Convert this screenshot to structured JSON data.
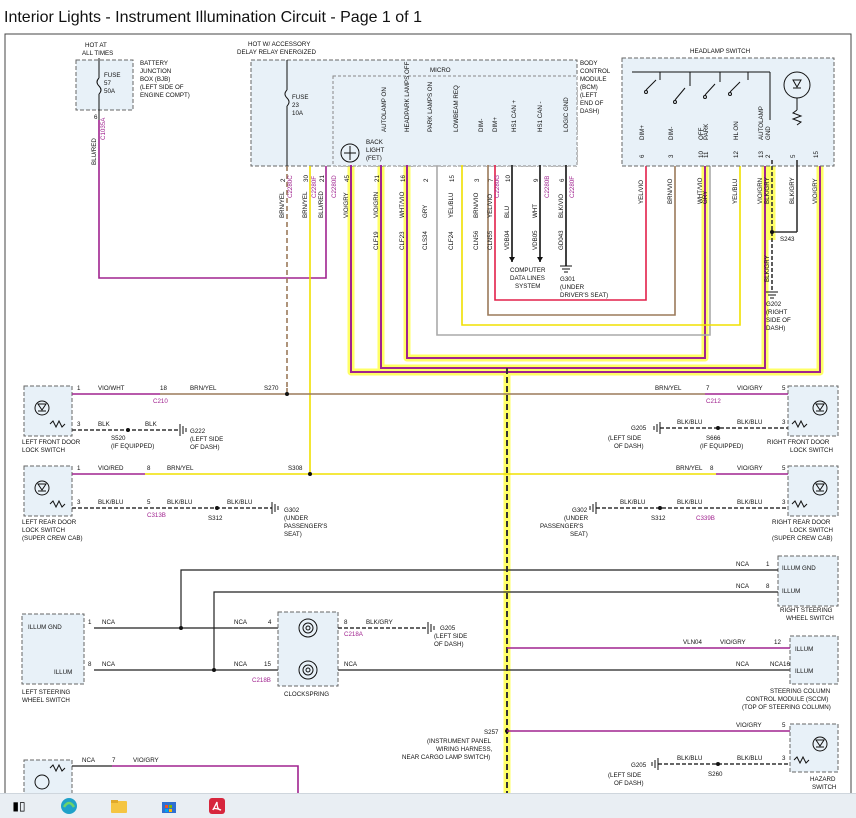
{
  "window_title": "Interior Lights - Instrument Illumination Circuit - Page 1 of 1",
  "taskbar": {
    "task_view_glyph": "▮▯",
    "icons": [
      "task-view-icon",
      "edge-browser-icon",
      "file-explorer-icon",
      "microsoft-store-icon",
      "acrobat-pdf-icon"
    ]
  },
  "colors": {
    "purple": "#a0238f",
    "brown": "#9b7a5a",
    "yellow": "#f0e000",
    "highlight": "#ffff66",
    "red": "#e2204a",
    "black": "#222222",
    "box_fill": "#e8f1f8"
  },
  "diagram": {
    "bjb": {
      "hot_label": [
        "HOT AT",
        "ALL TIMES"
      ],
      "fuse": [
        "FUSE",
        "57",
        "50A"
      ],
      "desc": [
        "BATTERY",
        "JUNCTION",
        "BOX (BJB)",
        "(LEFT SIDE OF",
        "ENGINE COMPT)"
      ],
      "pin": "6",
      "conn": "C1035A",
      "wire": "BLU/RED"
    },
    "bcm": {
      "hot_label": [
        "HOT W/ ACCESSORY",
        "DELAY RELAY ENERGIZED"
      ],
      "micro": "MICRO",
      "fuse": [
        "FUSE",
        "23",
        "10A"
      ],
      "backlight": [
        "BACK",
        "LIGHT",
        "(FET)"
      ],
      "desc": [
        "BODY",
        "CONTROL",
        "MODULE",
        "(BCM)",
        "(LEFT",
        "END OF",
        "DASH)"
      ],
      "inputs": [
        "AUTOLAMP ON",
        "HEADPARK LAMPS OFF",
        "PARK LAMPS ON",
        "LOWBEAM REQ",
        "DIM-",
        "DIM+",
        "HS1 CAN +",
        "HS1 CAN -",
        "LOGIC GND"
      ],
      "pins": [
        "2",
        "30",
        "21",
        "45",
        "21",
        "16",
        "2",
        "15",
        "3",
        "7",
        "10",
        "9",
        "6"
      ],
      "conns": [
        "C2280C",
        "C2280F",
        "C2280D",
        "C2280G",
        "C2280B",
        "C2280F"
      ],
      "wires": [
        "BRN/YEL",
        "BRN/YEL",
        "BLU/RED",
        "VIO/GRY",
        "VIO/GRN",
        "WHT/VIO",
        "GRY",
        "YEL/BLU",
        "BRN/VIO",
        "YEL/VIO",
        "BLU",
        "WHT",
        "BLK/VIO"
      ],
      "circuits": [
        "CLF19",
        "CLF23",
        "CLS34",
        "CLF24",
        "CLN56",
        "CLN55",
        "VDB04",
        "VDB05",
        "GD043"
      ]
    },
    "headlamp_switch": {
      "title": "HEADLAMP SWITCH",
      "inputs": [
        "DIM+",
        "DIM-",
        "OFF",
        "PARK",
        "HL ON",
        "AUTOLAMP",
        "GND"
      ],
      "pins": [
        "6",
        "3",
        "10",
        "11",
        "12",
        "13",
        "2",
        "5",
        "15"
      ],
      "wires": [
        "YEL/VIO",
        "BRN/VIO",
        "WHT/VIO",
        "GRY",
        "YEL/BLU",
        "VIO/GRN",
        "BLK/GRY",
        "BLK/GRY",
        "VIO/GRY"
      ],
      "splice": "S243",
      "ground": "G202",
      "ground_desc": [
        "(RIGHT",
        "SIDE OF",
        "DASH)"
      ],
      "gnd_wire": "BLK/GRY"
    },
    "data_lines": [
      "COMPUTER",
      "DATA LINES",
      "SYSTEM"
    ],
    "g301": [
      "G301",
      "(UNDER",
      "DRIVER'S SEAT)"
    ],
    "lf_door": {
      "name": [
        "LEFT FRONT DOOR",
        "LOCK SWITCH"
      ],
      "pin1": "1",
      "wire1": "VIO/WHT",
      "pin2": "18",
      "conn": "C210",
      "wire2": "BRN/YEL",
      "splice": "S270",
      "pin3": "3",
      "gnd_wire": "BLK",
      "gnd_wire2": "BLK",
      "splice_gnd": [
        "S520",
        "(IF EQUIPPED)"
      ],
      "ground": [
        "G222",
        "(LEFT SIDE",
        "OF DASH)"
      ]
    },
    "rf_door": {
      "name": [
        "RIGHT FRONT DOOR",
        "LOCK SWITCH"
      ],
      "wire_in": "BRN/YEL",
      "pin": "7",
      "conn": "C212",
      "wire": "VIO/GRY",
      "pin_sw": "5",
      "gnd_wire": "BLK/BLU",
      "gnd_wire2": "BLK/BLU",
      "pin_gnd": "3",
      "ground": [
        "G205",
        "(LEFT SIDE",
        "OF DASH)"
      ],
      "splice_gnd": [
        "S666",
        "(IF EQUIPPED)"
      ]
    },
    "lr_door": {
      "name": [
        "LEFT REAR DOOR",
        "LOCK SWITCH",
        "(SUPER CREW CAB)"
      ],
      "pin1": "1",
      "wire1": "VIO/RED",
      "pin2": "8",
      "wire2": "BRN/YEL",
      "splice": "S308",
      "pin3": "3",
      "gnd_wire": "BLK/BLU",
      "pin4": "5",
      "conn": "C313B",
      "gnd_wire2": "BLK/BLU",
      "splice_gnd": "S312",
      "ground": [
        "G302",
        "(UNDER",
        "PASSENGER'S",
        "SEAT)"
      ]
    },
    "rr_door": {
      "name": [
        "RIGHT REAR DOOR",
        "LOCK SWITCH",
        "(SUPER CREW CAB)"
      ],
      "wire_in": "BRN/YEL",
      "pin": "8",
      "wire": "VIO/GRY",
      "pin_sw": "5",
      "gnd_wire": "BLK/BLU",
      "pin_gnd": "3",
      "conn": "C339B",
      "gnd_wire2": "BLK/BLU",
      "splice_gnd": "S312",
      "ground": [
        "G302",
        "(UNDER",
        "PASSENGER'S",
        "SEAT)"
      ]
    },
    "r_steering": {
      "name": [
        "RIGHT STEERING",
        "WHEEL SWITCH"
      ],
      "row1": "ILLUM GND",
      "row2": "ILLUM",
      "pin1": "1",
      "pin2": "8",
      "wire1": "NCA",
      "wire2": "NCA"
    },
    "l_steering": {
      "name": [
        "LEFT STEERING",
        "WHEEL SWITCH"
      ],
      "row1": "ILLUM GND",
      "row2": "ILLUM",
      "pin1": "1",
      "pin2": "8",
      "wire1": "NCA",
      "wire2": "NCA"
    },
    "clockspring": {
      "name": "CLOCKSPRING",
      "pin_a": "4",
      "pin_b": "15",
      "pin_c": "8",
      "conn_a": "C218A",
      "conn_b": "C218B",
      "wire_a": "NCA",
      "wire_b": "NCA",
      "wire_c": "NCA",
      "wire_gnd": "BLK/GRY",
      "ground": [
        "G205",
        "(LEFT SIDE",
        "OF DASH)"
      ]
    },
    "sccm": {
      "name": [
        "STEERING COLUMN",
        "CONTROL MODULE (SCCM)",
        "(TOP OF STEERING COLUMN)"
      ],
      "row1": "ILLUM",
      "row2": "ILLUM",
      "pin1": "12",
      "pin2": "16",
      "wire1": "VLN04",
      "wire1b": "VIO/GRY",
      "wire2": "NCA",
      "wire2b": "NCA"
    },
    "harness": {
      "splice": "S257",
      "desc": [
        "(INSTRUMENT PANEL",
        "WIRING HARNESS,",
        "NEAR CARGO LAMP SWITCH)"
      ]
    },
    "hazard": {
      "name": [
        "HAZARD",
        "SWITCH"
      ],
      "wire": "VIO/GRY",
      "pin": "5",
      "gnd_wire": "BLK/BLU",
      "gnd_wire2": "BLK/BLU",
      "pin_gnd": "3",
      "ground": [
        "G205",
        "(LEFT SIDE",
        "OF DASH)"
      ],
      "splice_gnd": "S260"
    },
    "bottom_left": {
      "wire1": "NCA",
      "pin": "7",
      "wire2": "VIO/GRY"
    }
  }
}
